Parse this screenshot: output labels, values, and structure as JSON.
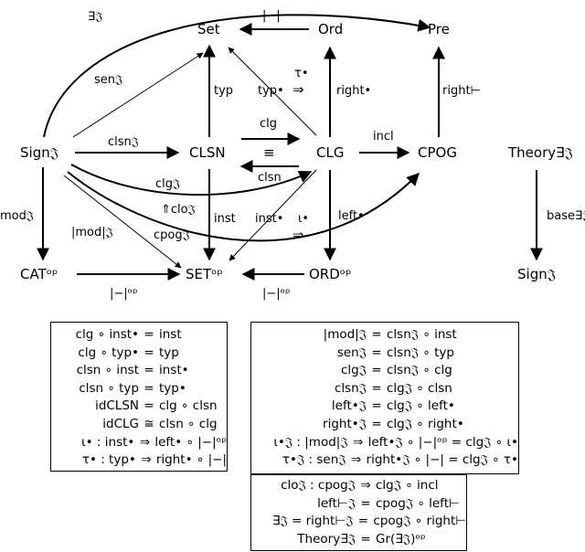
{
  "nodes": {
    "sign": "Sign𝔍",
    "clsn": "CLSN",
    "clg": "CLG",
    "cpog": "CPOG",
    "set": "Set",
    "ord": "Ord",
    "pre": "Pre",
    "cat_op": "CATᵒᵖ",
    "set_op": "SETᵒᵖ",
    "ord_op": "ORDᵒᵖ",
    "theory": "Theory∃𝔍",
    "sign_right": "Sign𝔍"
  },
  "arrow_labels": {
    "exists": "∃𝔍",
    "abs": "|−|",
    "sen": "sen𝔍",
    "typ": "typ",
    "typ_dot": "typ•",
    "tau": "τ•",
    "right_dot": "right•",
    "right_vdash": "right⊢",
    "clsn_top": "clsn𝔍",
    "clg": "clg",
    "equiv": "≡",
    "clsn": "clsn",
    "incl": "incl",
    "clg_frak": "clg𝔍",
    "clo": "⇑clo𝔍",
    "cpog": "cpog𝔍",
    "mod": "mod𝔍",
    "absmod": "|mod|𝔍",
    "inst": "inst",
    "inst_dot": "inst•",
    "iota": "ι•",
    "left_dot": "left•",
    "base": "base∃𝔍",
    "abs_op_left": "|−|ᵒᵖ",
    "abs_op_right": "|−|ᵒᵖ",
    "rtimplies_1": "⇒",
    "rtimplies_2": "⇒"
  },
  "box_left": [
    {
      "lhs": "clg ∘ inst•",
      "rel": "=",
      "rhs": "inst"
    },
    {
      "lhs": "clg ∘ typ•",
      "rel": "=",
      "rhs": "typ"
    },
    {
      "lhs": "clsn ∘ inst",
      "rel": "=",
      "rhs": "inst•"
    },
    {
      "lhs": "clsn ∘ typ",
      "rel": "=",
      "rhs": "typ•"
    },
    {
      "lhs": "idCLSN",
      "rel": "=",
      "rhs": "clg ∘ clsn"
    },
    {
      "lhs": "idCLG",
      "rel": "≅",
      "rhs": "clsn ∘ clg"
    },
    {
      "lhs": "ι• : inst•",
      "rel": "⇒",
      "rhs": "left• ∘ |−|ᵒᵖ"
    },
    {
      "lhs": "τ• : typ•",
      "rel": "⇒",
      "rhs": "right• ∘ |−|"
    }
  ],
  "box_right_top": [
    {
      "lhs": "|mod|𝔍",
      "rel": "=",
      "rhs": "clsn𝔍 ∘ inst"
    },
    {
      "lhs": "sen𝔍",
      "rel": "=",
      "rhs": "clsn𝔍 ∘ typ"
    },
    {
      "lhs": "clg𝔍",
      "rel": "=",
      "rhs": "clsn𝔍 ∘ clg"
    },
    {
      "lhs": "clsn𝔍",
      "rel": "=",
      "rhs": "clg𝔍 ∘ clsn"
    },
    {
      "lhs": "left•𝔍",
      "rel": "=",
      "rhs": "clg𝔍 ∘ left•"
    },
    {
      "lhs": "right•𝔍",
      "rel": "=",
      "rhs": "clg𝔍 ∘ right•"
    },
    {
      "lhs": "ι•𝔍 : |mod|𝔍",
      "rel": "⇒",
      "rhs": "left•𝔍 ∘ |−|ᵒᵖ = clg𝔍 ∘ ι•"
    },
    {
      "lhs": "τ•𝔍 : sen𝔍",
      "rel": "⇒",
      "rhs": "right•𝔍 ∘ |−| = clg𝔍 ∘ τ•"
    }
  ],
  "box_right_bottom": [
    {
      "lhs": "clo𝔍 : cpog𝔍",
      "rel": "⇒",
      "rhs": "clg𝔍 ∘ incl"
    },
    {
      "lhs": "left⊢𝔍",
      "rel": "=",
      "rhs": "cpog𝔍 ∘ left⊢"
    },
    {
      "lhs": "∃𝔍 = right⊢𝔍",
      "rel": "=",
      "rhs": "cpog𝔍 ∘ right⊢"
    },
    {
      "lhs": "Theory∃𝔍",
      "rel": "=",
      "rhs": "Gr(∃𝔍)ᵒᵖ"
    }
  ]
}
